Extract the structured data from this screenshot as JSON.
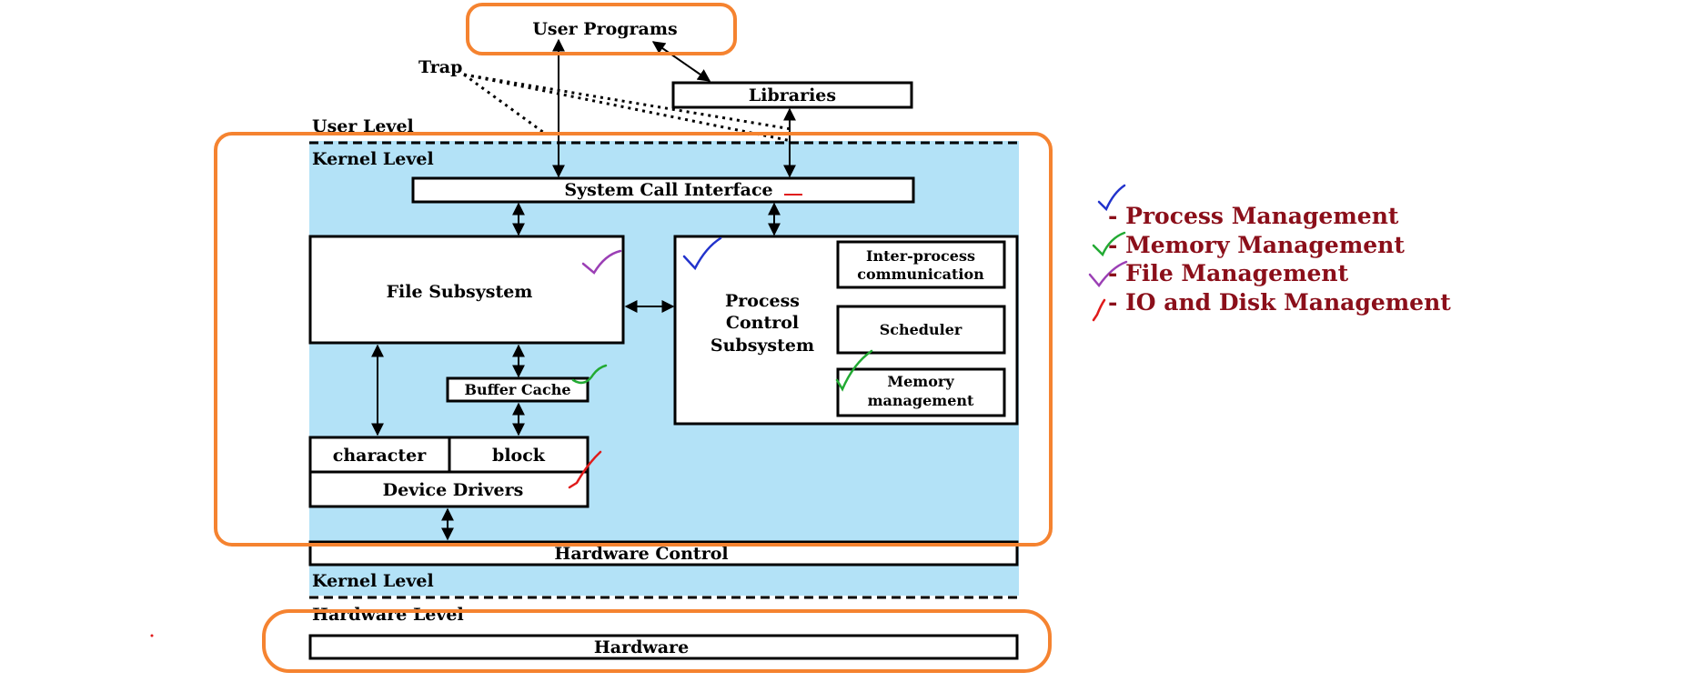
{
  "diagram": {
    "user_programs": "User Programs",
    "trap": "Trap",
    "libraries": "Libraries",
    "user_level": "User Level",
    "kernel_level_top": "Kernel Level",
    "system_call_interface": "System Call Interface",
    "file_subsystem": "File Subsystem",
    "process_control": [
      "Process",
      "Control",
      "Subsystem"
    ],
    "inter_process": [
      "Inter-process",
      "communication"
    ],
    "scheduler": "Scheduler",
    "memory_management": [
      "Memory",
      "management"
    ],
    "buffer_cache": "Buffer Cache",
    "character": "character",
    "block": "block",
    "device_drivers": "Device Drivers",
    "hardware_control": "Hardware Control",
    "kernel_level_bottom": "Kernel Level",
    "hardware_level": "Hardware Level",
    "hardware": "Hardware"
  },
  "legend": [
    {
      "text": "- Process Management",
      "mark_color": "#2233cc"
    },
    {
      "text": "- Memory Management",
      "mark_color": "#22aa33"
    },
    {
      "text": "- File Management",
      "mark_color": "#9b3fb5"
    },
    {
      "text": "- IO and Disk Management",
      "mark_color": "#e01b1b"
    }
  ],
  "colors": {
    "kernel_fill": "#b3e2f7",
    "highlight": "#f58330",
    "legend_text": "#8b0f1a"
  }
}
